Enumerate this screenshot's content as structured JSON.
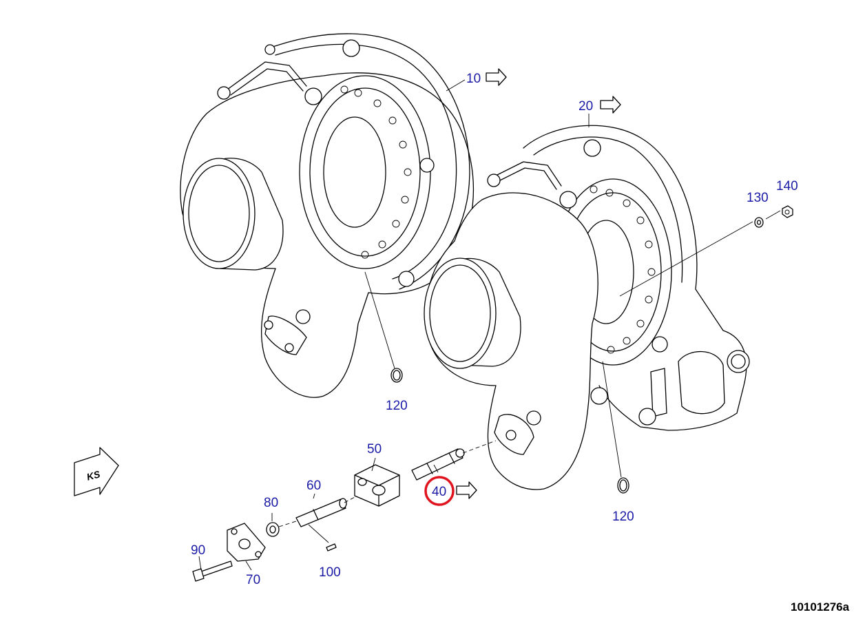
{
  "drawing_number": "10101276a",
  "direction_marker": "KS",
  "highlight_color": "#e0141e",
  "callout_color": "#1a1aa6",
  "highlighted_callout": "40",
  "callouts": {
    "c10": "10",
    "c20": "20",
    "c40": "40",
    "c50": "50",
    "c60": "60",
    "c70": "70",
    "c80": "80",
    "c90": "90",
    "c100": "100",
    "c120a": "120",
    "c120b": "120",
    "c130": "130",
    "c140": "140"
  }
}
